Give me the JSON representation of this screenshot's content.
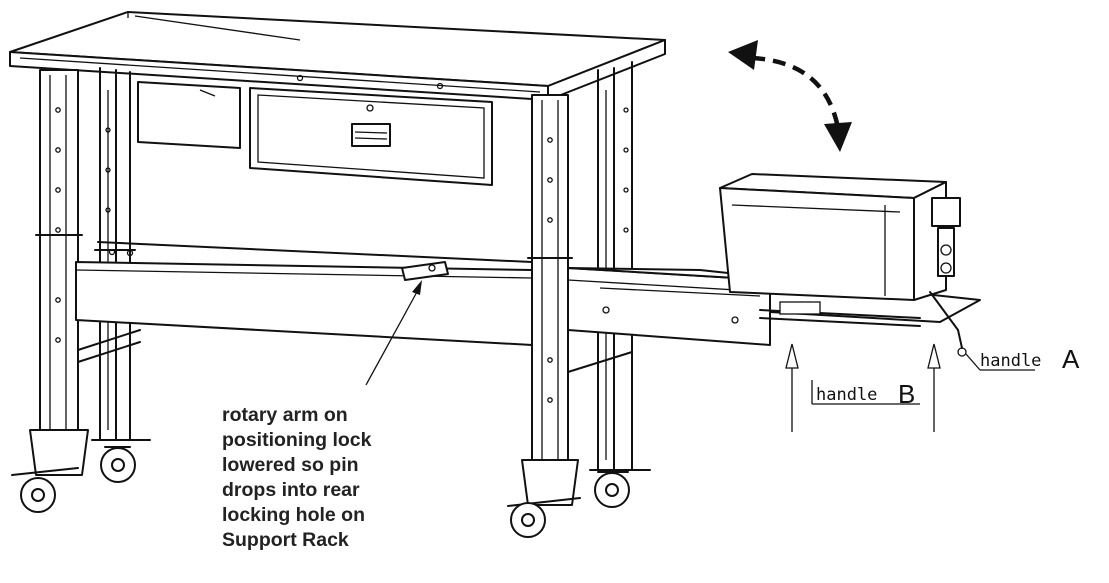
{
  "callout": {
    "lines": [
      "rotary arm on",
      "positioning lock",
      "lowered so pin",
      "drops into rear",
      "locking hole on",
      "Support Rack"
    ]
  },
  "labels": {
    "handle_a_word": "handle",
    "handle_a_letter": "A",
    "handle_b_word": "handle",
    "handle_b_letter": "B"
  }
}
